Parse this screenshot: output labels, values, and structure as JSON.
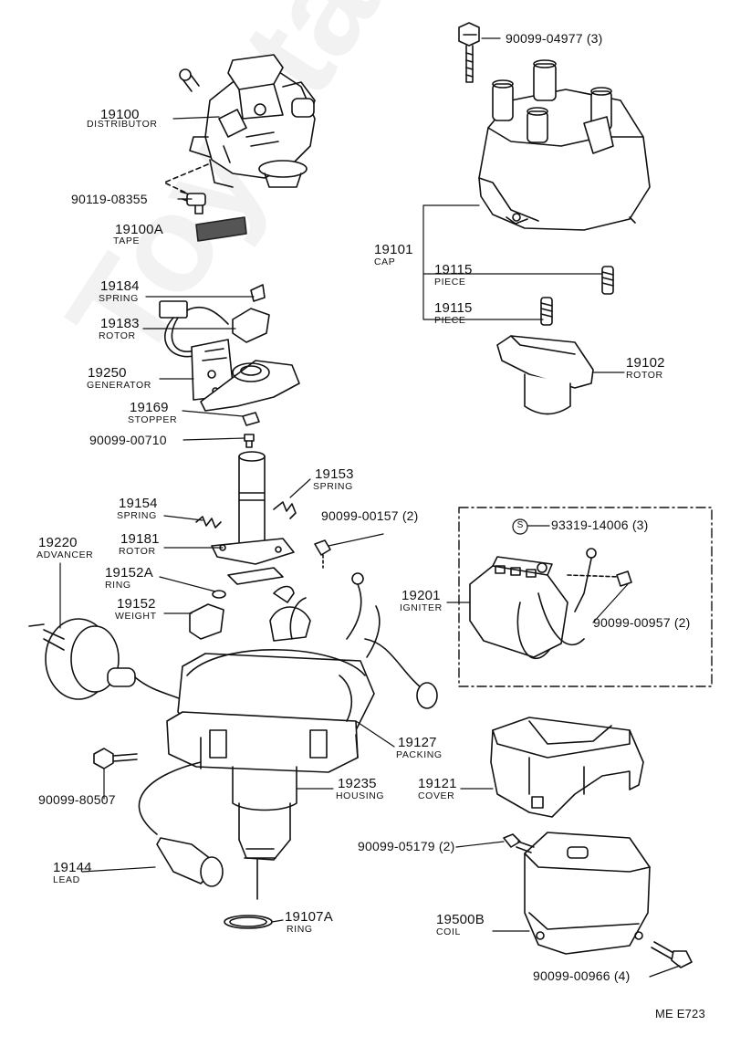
{
  "watermark": "ToyotaCarMine.ru",
  "diagram_code": "ME E723",
  "parts": {
    "p19100": {
      "num": "19100",
      "name": "DISTRIBUTOR"
    },
    "p90119": {
      "num": "90119-08355"
    },
    "p19100A": {
      "num": "19100A",
      "name": "TAPE"
    },
    "p90099_04977": {
      "num": "90099-04977 (3)"
    },
    "p19101": {
      "num": "19101",
      "name": "CAP"
    },
    "p19115a": {
      "num": "19115",
      "name": "PIECE"
    },
    "p19115b": {
      "num": "19115",
      "name": "PIECE"
    },
    "p19102": {
      "num": "19102",
      "name": "ROTOR"
    },
    "p19184": {
      "num": "19184",
      "name": "SPRING"
    },
    "p19183": {
      "num": "19183",
      "name": "ROTOR"
    },
    "p19250": {
      "num": "19250",
      "name": "GENERATOR"
    },
    "p19169": {
      "num": "19169",
      "name": "STOPPER"
    },
    "p90099_00710": {
      "num": "90099-00710"
    },
    "p19153": {
      "num": "19153",
      "name": "SPRING"
    },
    "p19154": {
      "num": "19154",
      "name": "SPRING"
    },
    "p90099_00157": {
      "num": "90099-00157 (2)"
    },
    "p19220": {
      "num": "19220",
      "name": "ADVANCER"
    },
    "p19181": {
      "num": "19181",
      "name": "ROTOR"
    },
    "p19152A": {
      "num": "19152A",
      "name": "RING"
    },
    "p19152": {
      "num": "19152",
      "name": "WEIGHT"
    },
    "p93319": {
      "symbol": "S",
      "num": "93319-14006 (3)"
    },
    "p19201": {
      "num": "19201",
      "name": "IGNITER"
    },
    "p90099_00957": {
      "num": "90099-00957 (2)"
    },
    "p19127": {
      "num": "19127",
      "name": "PACKING"
    },
    "p90099_80507": {
      "num": "90099-80507"
    },
    "p19235": {
      "num": "19235",
      "name": "HOUSING"
    },
    "p19121": {
      "num": "19121",
      "name": "COVER"
    },
    "p90099_05179": {
      "num": "90099-05179 (2)"
    },
    "p19144": {
      "num": "19144",
      "name": "LEAD"
    },
    "p19500B": {
      "num": "19500B",
      "name": "COIL"
    },
    "p19107A": {
      "num": "19107A",
      "name": "RING"
    },
    "p90099_00966": {
      "num": "90099-00966 (4)"
    }
  }
}
